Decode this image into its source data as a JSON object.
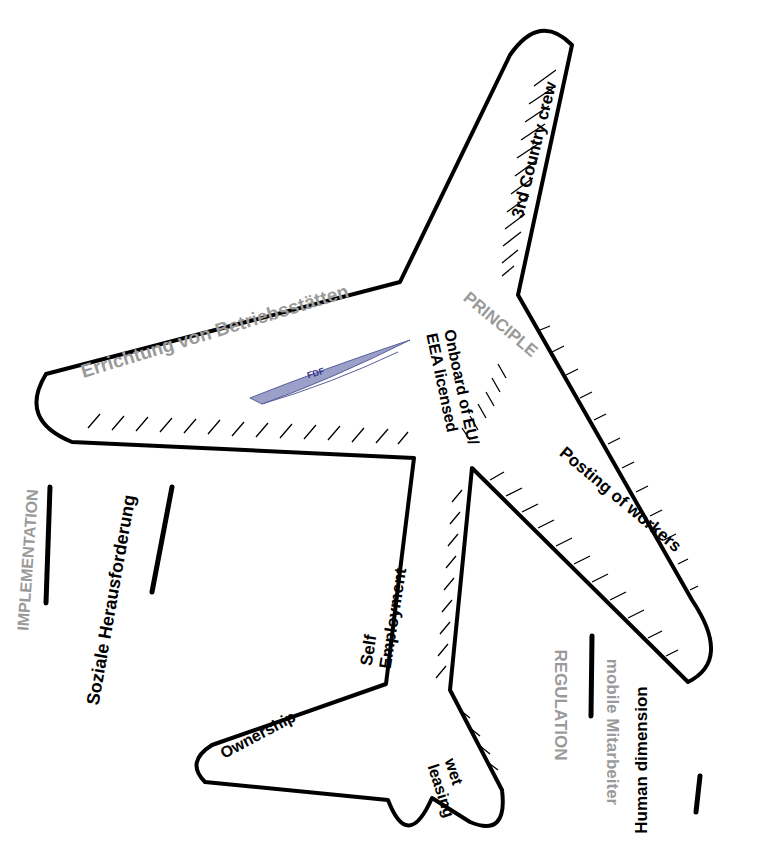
{
  "diagram": {
    "labels": [
      "3rd Country crew",
      "PRINCIPLE",
      "Errichtung von Betriebsstätten",
      "FDF",
      "Onboard of EU/ EEA licensed",
      "Posting of workers",
      "IMPLEMENTATION",
      "Soziale Herausforderung",
      "Self Employment",
      "Ownership",
      "wet leasing",
      "REGULATION",
      "mobile Mitarbeiter",
      "Human dimension"
    ]
  }
}
